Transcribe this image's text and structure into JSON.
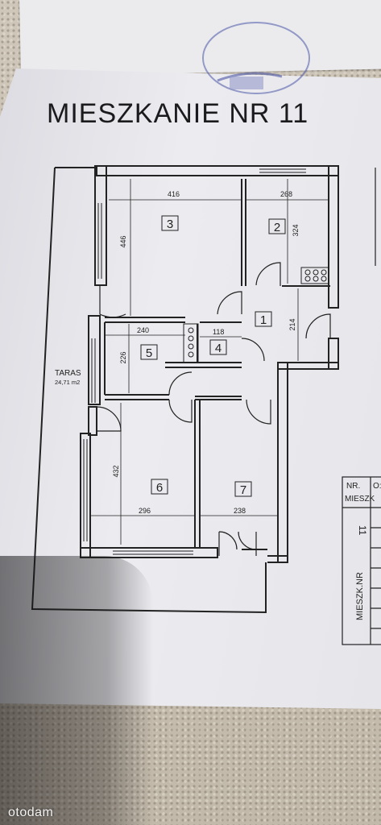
{
  "title": "MIESZKANIE NR 11",
  "rooms": [
    "3",
    "2",
    "1",
    "5",
    "4",
    "6",
    "7"
  ],
  "dimensions": {
    "r3_width": "416",
    "r2_width": "268",
    "r3_height": "446",
    "r2_height": "324",
    "r1_height": "214",
    "r5_width": "240",
    "r4_width": "118",
    "r5_height": "226",
    "r6_height": "432",
    "r6_width": "296",
    "r7_width": "238"
  },
  "terrace": {
    "label": "TARAS",
    "area": "24,71 m2"
  },
  "table": {
    "header_nr": "NR.",
    "header_mieszk": "MIESZK",
    "header_extra": "O:",
    "number": "11",
    "row_label": "MIESZK.NR"
  },
  "watermark": "otodam"
}
